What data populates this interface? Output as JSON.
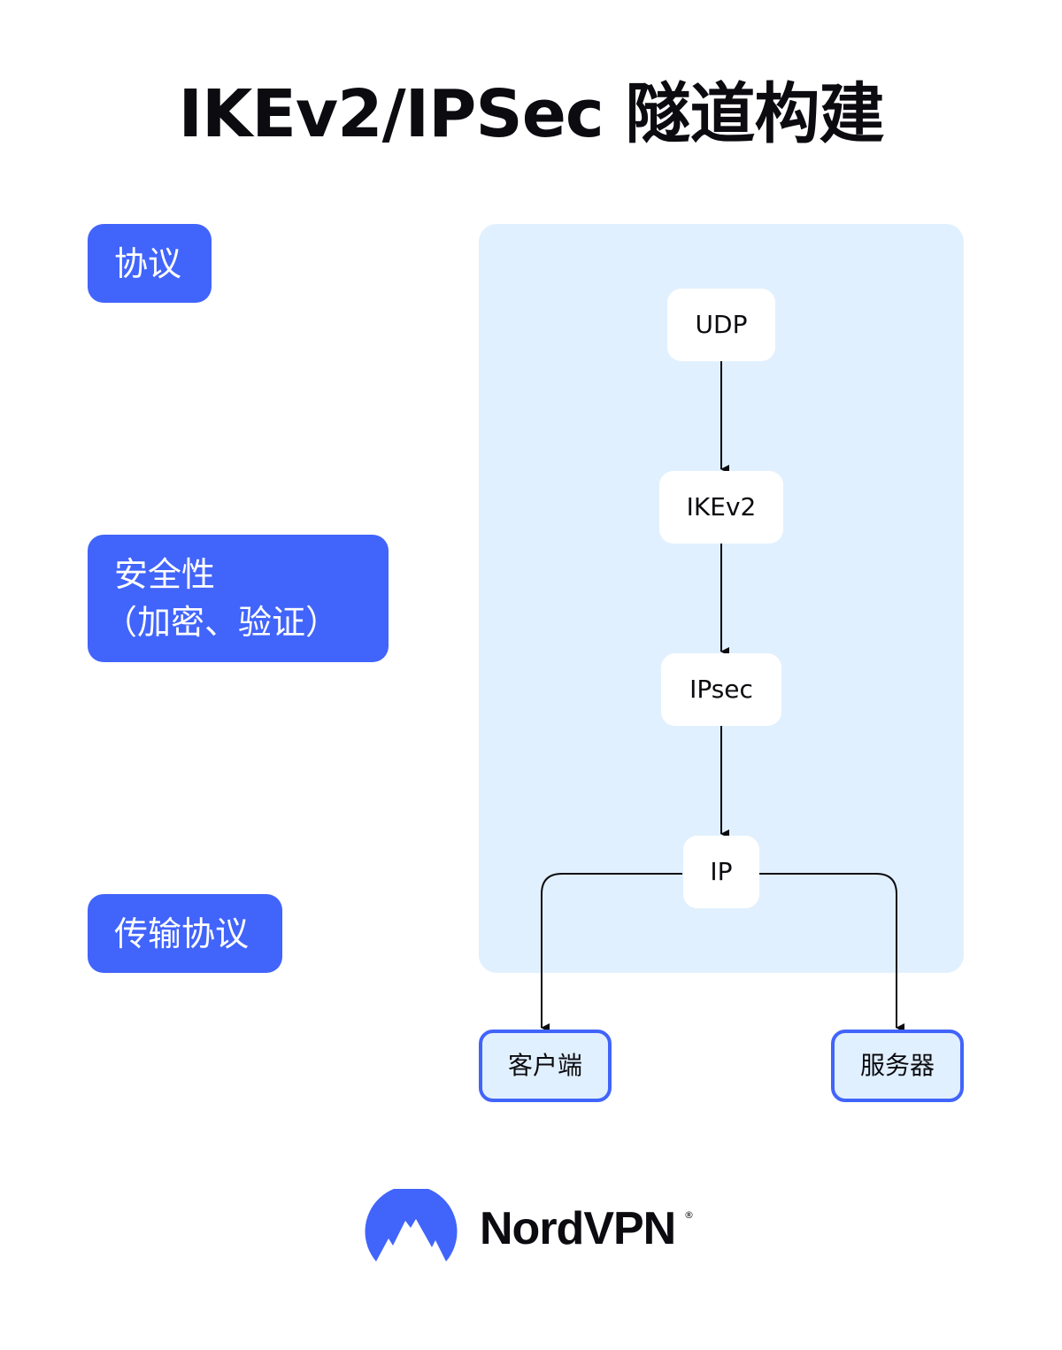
{
  "title": "IKEv2/IPSec 隧道构建",
  "layers": {
    "protocol": "协议",
    "security_line1": "安全性",
    "security_line2": "（加密、验证）",
    "transport": "传输协议"
  },
  "stack": {
    "udp": "UDP",
    "ikev2": "IKEv2",
    "ipsec": "IPsec",
    "ip": "IP"
  },
  "endpoints": {
    "client": "客户端",
    "server": "服务器"
  },
  "brand": {
    "name": "NordVPN",
    "registered": "®",
    "accent_color": "#4164fb",
    "panel_color": "#e1f0fe"
  }
}
